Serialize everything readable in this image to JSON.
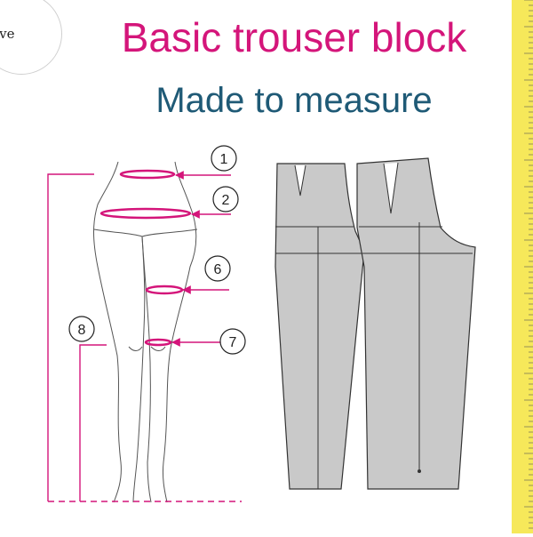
{
  "logo": {
    "text": "Nove"
  },
  "title": "Basic trouser block",
  "subtitle": "Made to measure",
  "markers": [
    {
      "id": "waist",
      "label": "1"
    },
    {
      "id": "hip",
      "label": "2"
    },
    {
      "id": "thigh",
      "label": "6"
    },
    {
      "id": "knee",
      "label": "7"
    },
    {
      "id": "inseam",
      "label": "8"
    }
  ],
  "colors": {
    "title": "#d4157a",
    "subtitle": "#1f5a76",
    "measure_line": "#d4157a",
    "pattern_fill": "#c9c9c9",
    "outline": "#333333",
    "ruler": "#f6e85a"
  }
}
